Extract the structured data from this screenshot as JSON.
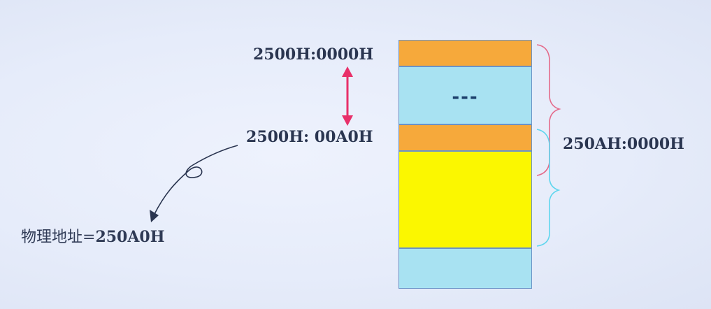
{
  "labels": {
    "segment_start": "2500H:0000H",
    "segment_offset": "2500H: 00A0H",
    "new_segment": "250AH:0000H",
    "physical_prefix": "物理地址=",
    "physical_value": "250A0H"
  },
  "memory_blocks": [
    {
      "color": "#f6a93b",
      "text": ""
    },
    {
      "color": "#a8e2f2",
      "text": "---"
    },
    {
      "color": "#f6a93b",
      "text": ""
    },
    {
      "color": "#fbf700",
      "text": ""
    },
    {
      "color": "#a8e2f2",
      "text": ""
    }
  ],
  "colors": {
    "pink_arrow": "#e8306a",
    "pink_brace": "#e46a8a",
    "cyan_brace": "#5fd6ee",
    "dark_arrow": "#2a3550"
  }
}
